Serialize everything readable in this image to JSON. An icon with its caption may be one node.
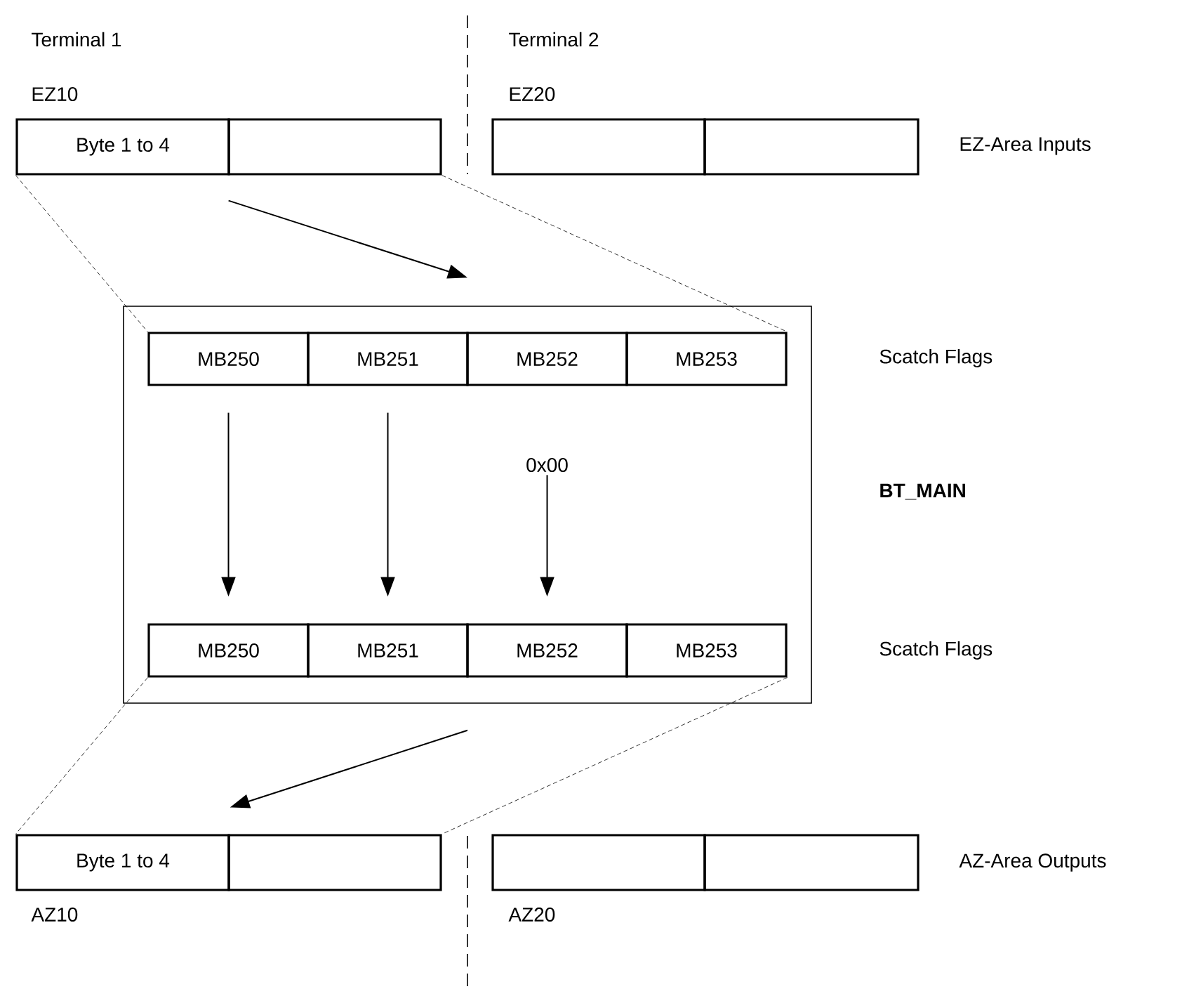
{
  "diagram": {
    "nodes": [
      {
        "text": [
          "Byte 1 to 4"
        ]
      },
      {
        "text": [],
        "shape": "box"
      },
      {
        "text": [],
        "shape": "box"
      },
      {
        "text": [],
        "shape": "box"
      },
      {
        "text": [],
        "shape": "box",
        "beside": [
          "BT_MAIN"
        ]
      },
      {
        "text": [
          "MB250"
        ],
        "in": 4
      },
      {
        "text": [
          "MB251"
        ],
        "in": 4
      },
      {
        "text": [
          "MB252"
        ],
        "in": 4
      },
      {
        "text": [
          "MB253"
        ],
        "in": 4
      },
      {
        "text": [
          "0x00"
        ],
        "in": 4
      },
      {
        "text": [
          "MB250"
        ],
        "in": 4
      },
      {
        "text": [
          "MB251"
        ],
        "in": 4
      },
      {
        "text": [
          "MB252"
        ],
        "in": 4
      },
      {
        "text": [
          "MB253"
        ],
        "in": 4
      },
      {
        "text": [
          "Byte 1 to 4"
        ]
      },
      {
        "text": [],
        "shape": "box"
      },
      {
        "text": [],
        "shape": "box"
      },
      {
        "text": [],
        "shape": "box"
      }
    ],
    "edges": [
      {
        "from": 0,
        "to": 4,
        "arrow": "to"
      },
      {
        "from": 0,
        "to": 5,
        "arrow": "none",
        "style": "dashed"
      },
      {
        "from": 1,
        "to": 8,
        "arrow": "none",
        "style": "dashed"
      },
      {
        "from": 5,
        "to": 10,
        "arrow": "to"
      },
      {
        "from": 6,
        "to": 11,
        "arrow": "to"
      },
      {
        "from": 9,
        "to": 12,
        "arrow": "to"
      },
      {
        "from": 10,
        "to": 14,
        "arrow": "none",
        "style": "dashed"
      },
      {
        "from": 13,
        "to": 15,
        "arrow": "none",
        "style": "dashed"
      },
      {
        "from": 4,
        "to": 14,
        "arrow": "to"
      }
    ],
    "labels": [
      "Terminal 1",
      "Terminal 2",
      "EZ10",
      "EZ20",
      "EZ-Area Inputs",
      "Scatch Flags",
      "Scatch Flags",
      "AZ-Area Outputs",
      "AZ10",
      "AZ20"
    ]
  }
}
